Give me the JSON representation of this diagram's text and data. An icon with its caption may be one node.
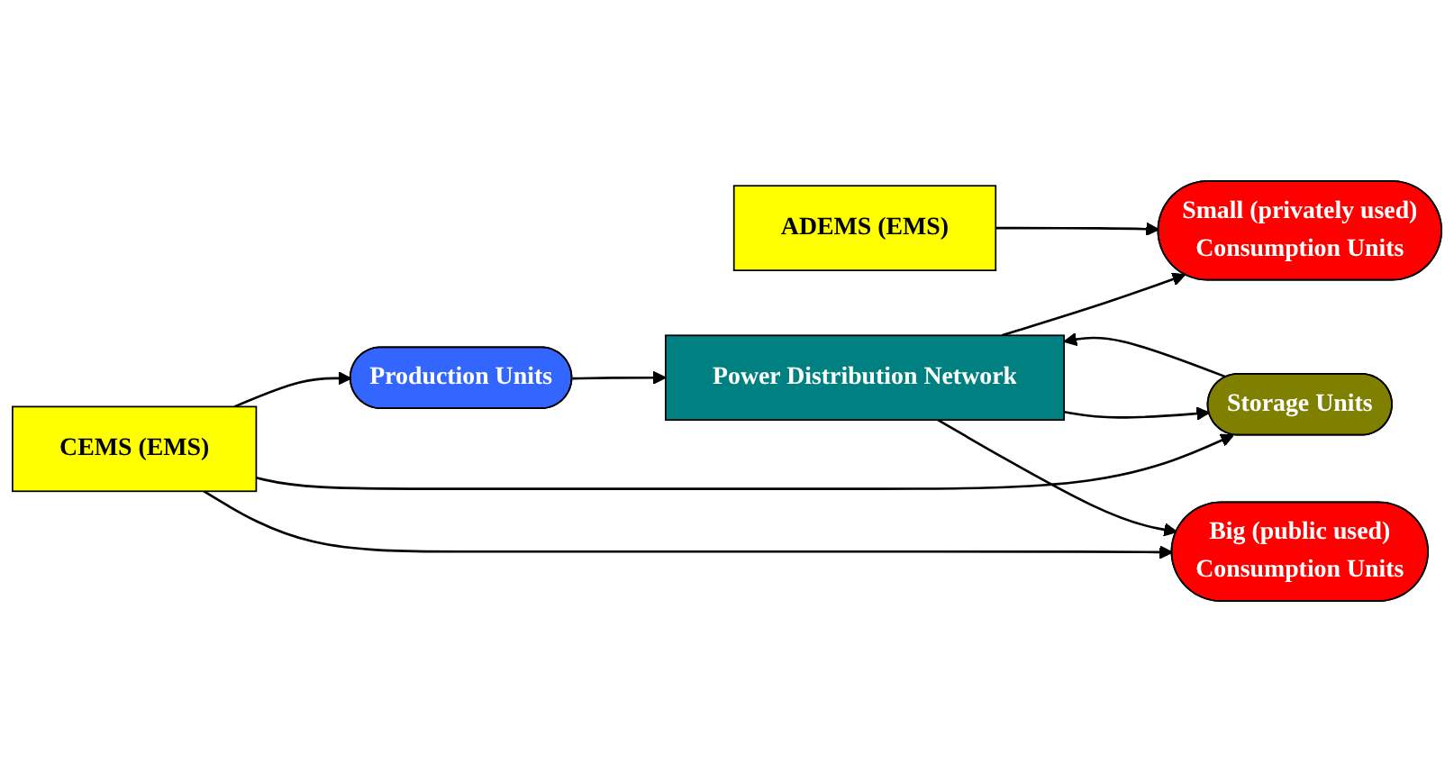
{
  "diagram": {
    "nodes": [
      {
        "text": [
          "CEMS (EMS)"
        ]
      },
      {
        "text": [
          "Production Units"
        ]
      },
      {
        "text": [
          "ADEMS (EMS)"
        ]
      },
      {
        "text": [
          "Storage Units"
        ]
      },
      {
        "text": [
          "Power Distribution Network"
        ]
      },
      {
        "text": [
          "Big (public used)",
          "Consumption Units"
        ]
      },
      {
        "text": [
          "Small (privately used)",
          "Consumption Units"
        ]
      }
    ],
    "edges": [
      {
        "from": 0,
        "to": 1,
        "arrow": "to"
      },
      {
        "from": 1,
        "to": 4,
        "arrow": "to"
      },
      {
        "from": 0,
        "to": 3,
        "arrow": "to"
      },
      {
        "from": 3,
        "to": 4,
        "arrow": "to"
      },
      {
        "from": 4,
        "to": 3,
        "arrow": "to"
      },
      {
        "from": 0,
        "to": 5,
        "arrow": "to"
      },
      {
        "from": 4,
        "to": 5,
        "arrow": "to"
      },
      {
        "from": 4,
        "to": 6,
        "arrow": "to"
      },
      {
        "from": 2,
        "to": 6,
        "arrow": "to"
      }
    ]
  }
}
